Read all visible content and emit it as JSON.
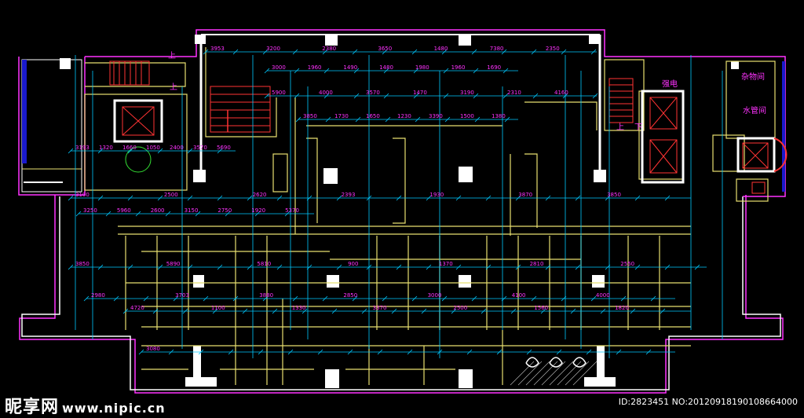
{
  "labels": {
    "elec_room": "强电",
    "misc_room": "杂物间",
    "water_room": "水管间",
    "up_1": "上",
    "up_2": "上",
    "up_3": "上",
    "down_1": "下"
  },
  "dimensions": [
    "3953",
    "3200",
    "2380",
    "3650",
    "1480",
    "7380",
    "2350",
    "3000",
    "1960",
    "1490",
    "1480",
    "1980",
    "1960",
    "1690",
    "5900",
    "4000",
    "3570",
    "1470",
    "3190",
    "2310",
    "4160",
    "3850",
    "1730",
    "1650",
    "1230",
    "3390",
    "1500",
    "1380",
    "3193",
    "1320",
    "1660",
    "1050",
    "2400",
    "3570",
    "5690",
    "3100",
    "2500",
    "2620",
    "2393",
    "1930",
    "3870",
    "3850",
    "3250",
    "5960",
    "2600",
    "3150",
    "2750",
    "1920",
    "5370",
    "3850",
    "5890",
    "5810",
    "900",
    "1370",
    "2810",
    "2550",
    "2980",
    "3703",
    "3880",
    "2850",
    "3000",
    "4100",
    "4000",
    "4720",
    "1100",
    "1330",
    "3370",
    "2500",
    "1560",
    "1820",
    "3080"
  ],
  "watermark": {
    "logo": "昵享网",
    "url": "www.nipic.cn",
    "id_text": "ID:2823451 NO:20120918190108664000"
  },
  "colors": {
    "background": "#000000",
    "outline": "#ff33ff",
    "wall": "#ffffff",
    "partition": "#e8e070",
    "dim_line": "#00c8ff",
    "dim_text": "#ff33ff",
    "stair": "#ff3333",
    "envelope": "#0000cc"
  }
}
